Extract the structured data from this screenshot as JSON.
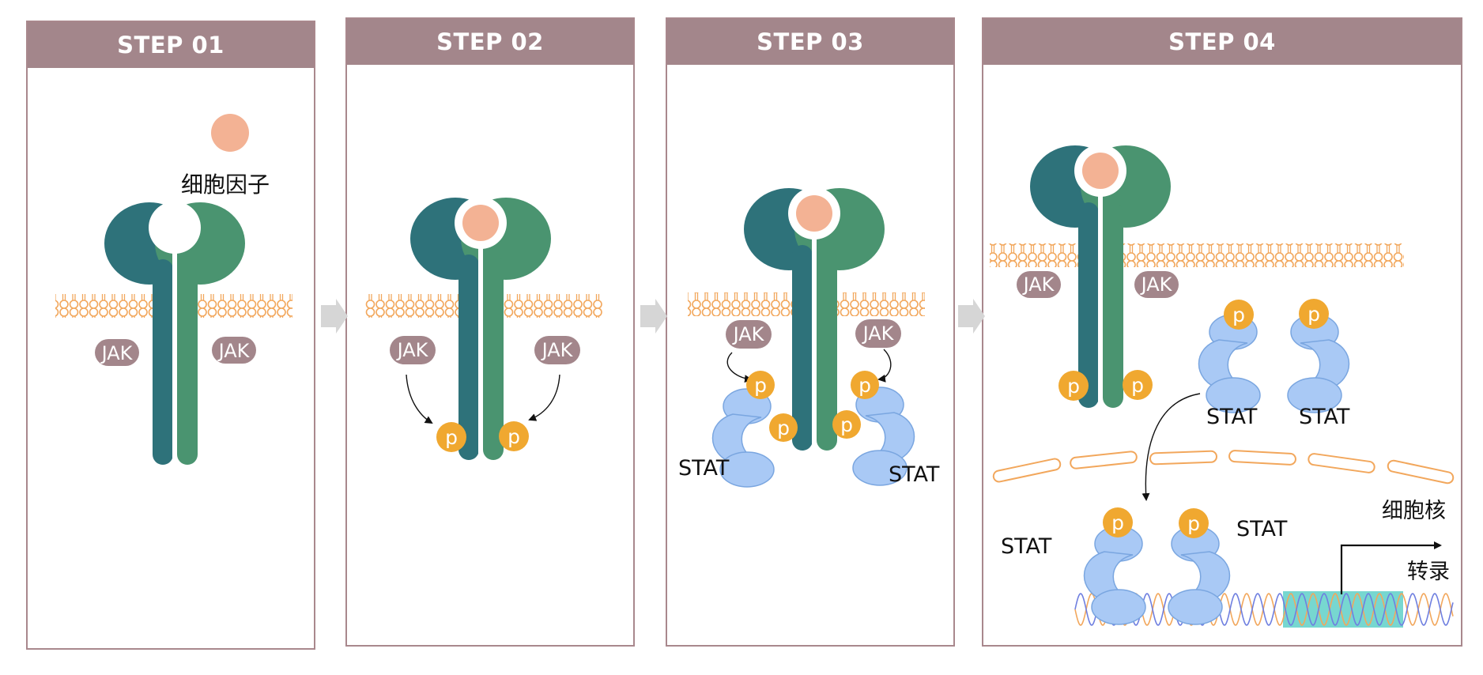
{
  "steps": [
    {
      "header": "STEP 01"
    },
    {
      "header": "STEP 02"
    },
    {
      "header": "STEP 03"
    },
    {
      "header": "STEP 04"
    }
  ],
  "labels": {
    "cytokine": "细胞因子",
    "jak": "JAK",
    "p": "p",
    "stat": "STAT",
    "nucleus": "细胞核",
    "transcription": "转录"
  },
  "colors": {
    "header_bg": "#a3868b",
    "receptor_left": "#2e727a",
    "receptor_right": "#4a9470",
    "cytokine": "#f3b294",
    "jak": "#a3868b",
    "phosphate": "#f0a830",
    "stat": "#a9c9f5",
    "membrane": "#f2a75c"
  }
}
